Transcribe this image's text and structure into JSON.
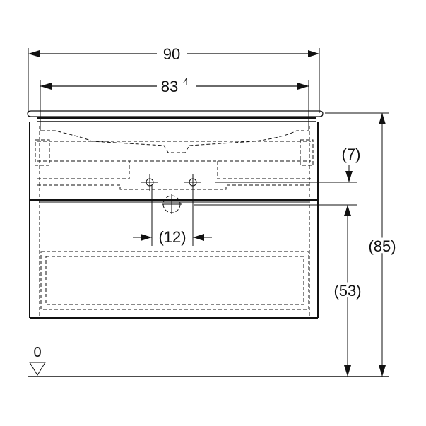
{
  "dimensions": {
    "overall_width": "90",
    "inner_width": "83",
    "inner_width_sup": "4",
    "drain_offset": "(7)",
    "drain_spacing": "(12)",
    "total_height": "(85)",
    "drawer_height": "(53)",
    "floor_level": "0"
  },
  "colors": {
    "line": "#111111",
    "background": "#ffffff"
  }
}
